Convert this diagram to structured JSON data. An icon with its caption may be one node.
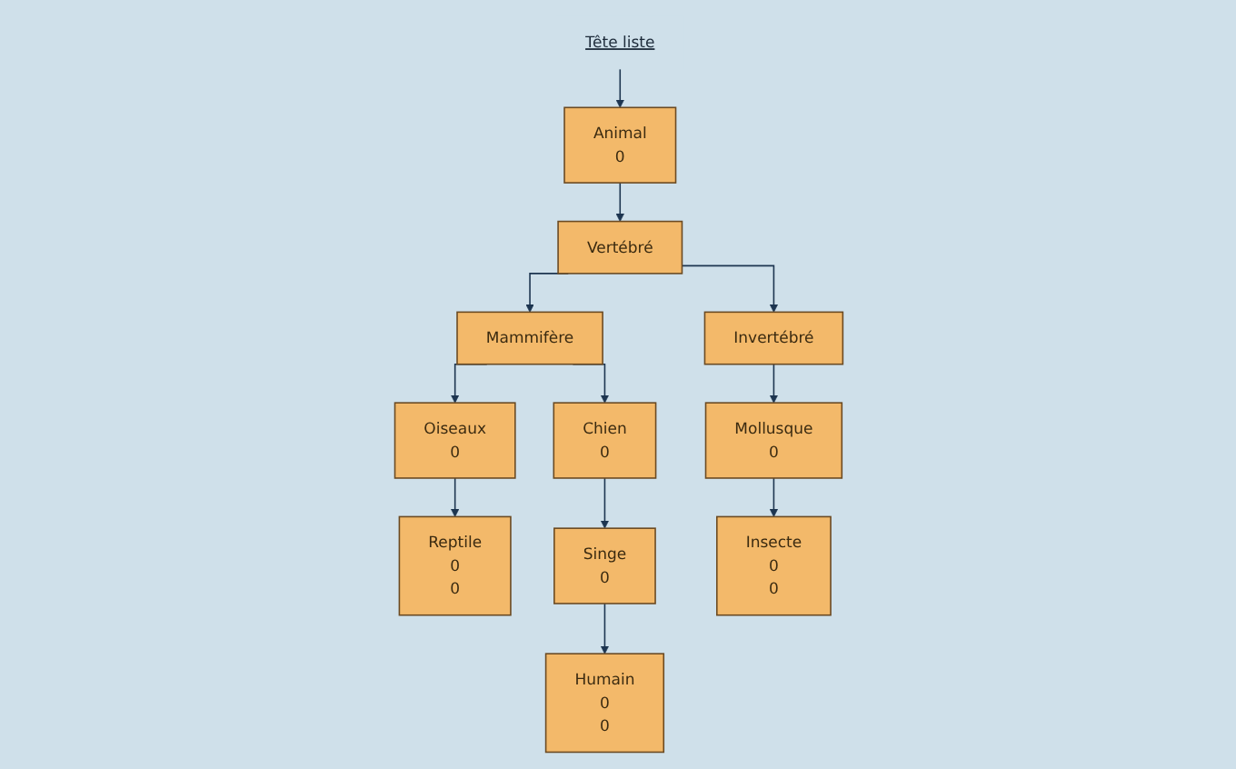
{
  "diagram": {
    "nodes": [
      {
        "text": [
          "Tête liste"
        ]
      },
      {
        "text": [
          "Animal",
          "0"
        ]
      },
      {
        "text": [
          "Vertébré"
        ]
      },
      {
        "text": [
          "Invertébré"
        ]
      },
      {
        "text": [
          "Mammifère"
        ]
      },
      {
        "text": [
          "Oiseaux",
          "0"
        ]
      },
      {
        "text": [
          "Reptile",
          "0",
          "0"
        ]
      },
      {
        "text": [
          "Mollusque",
          "0"
        ]
      },
      {
        "text": [
          "Insecte",
          "0",
          "0"
        ]
      },
      {
        "text": [
          "Chien",
          "0"
        ]
      },
      {
        "text": [
          "Singe",
          "0"
        ]
      },
      {
        "text": [
          "Humain",
          "0",
          "0"
        ]
      }
    ],
    "edges": [
      {
        "from": 0,
        "to": 1,
        "arrow": "to"
      },
      {
        "from": 1,
        "to": 2,
        "arrow": "to"
      },
      {
        "from": 2,
        "to": 4,
        "arrow": "to"
      },
      {
        "from": 2,
        "to": 3,
        "arrow": "to"
      },
      {
        "from": 4,
        "to": 5,
        "arrow": "to"
      },
      {
        "from": 5,
        "to": 6,
        "arrow": "to"
      },
      {
        "from": 4,
        "to": 9,
        "arrow": "to"
      },
      {
        "from": 9,
        "to": 10,
        "arrow": "to"
      },
      {
        "from": 10,
        "to": 11,
        "arrow": "to"
      },
      {
        "from": 3,
        "to": 7,
        "arrow": "to"
      },
      {
        "from": 7,
        "to": 8,
        "arrow": "to"
      }
    ]
  }
}
